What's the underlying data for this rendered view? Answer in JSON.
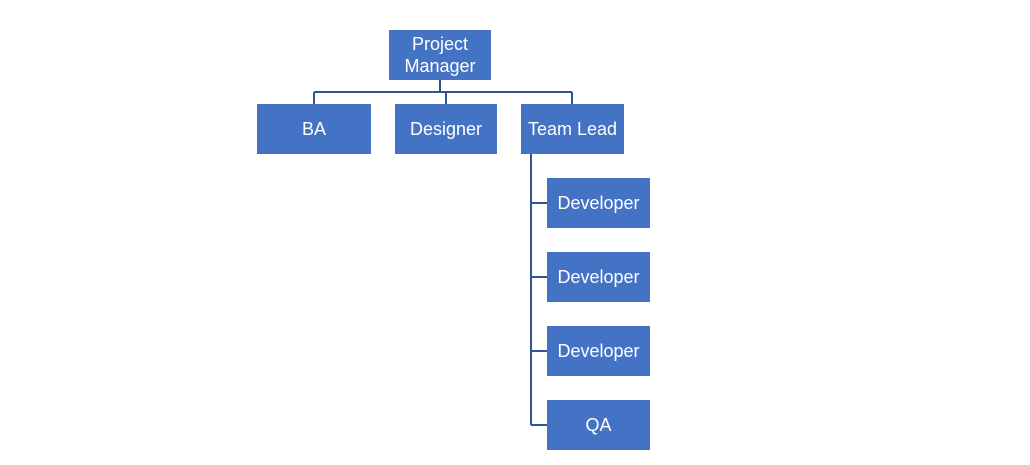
{
  "colors": {
    "node_fill": "#4472C4",
    "connector": "#2F5597",
    "text": "#FFFFFF",
    "background": "#FFFFFF"
  },
  "nodes": {
    "project_manager": "Project\nManager",
    "ba": "BA",
    "designer": "Designer",
    "team_lead": "Team Lead",
    "developer_1": "Developer",
    "developer_2": "Developer",
    "developer_3": "Developer",
    "qa": "QA"
  },
  "edges": [
    {
      "from": "project_manager",
      "to": "ba"
    },
    {
      "from": "project_manager",
      "to": "designer"
    },
    {
      "from": "project_manager",
      "to": "team_lead"
    },
    {
      "from": "team_lead",
      "to": "developer_1"
    },
    {
      "from": "team_lead",
      "to": "developer_2"
    },
    {
      "from": "team_lead",
      "to": "developer_3"
    },
    {
      "from": "team_lead",
      "to": "qa"
    }
  ]
}
